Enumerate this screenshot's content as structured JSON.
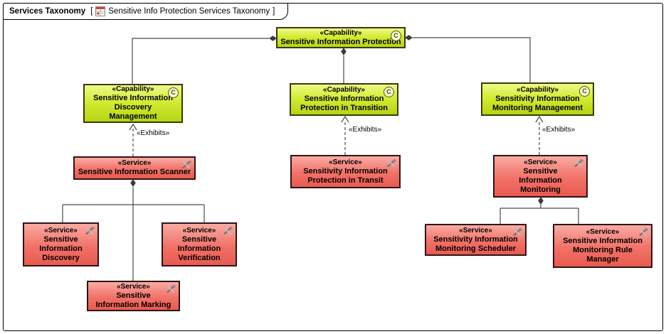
{
  "frame": {
    "title": "Services Taxonomy",
    "bracket_open": "[",
    "reference": "Sensitive Info Protection Services Taxonomy",
    "bracket_close": "]"
  },
  "labels": {
    "exhibits": "«Exhibits»"
  },
  "icons": {
    "capability_badge_letter": "C",
    "capability_badge": "c-circle-icon",
    "service_badge": "crossed-tools-icon",
    "tab_badge": "diagram-table-icon"
  },
  "colors": {
    "capability_fill": "#c9e526",
    "capability_border": "#3a3a08",
    "service_fill": "#f0695f",
    "service_border": "#2e1414",
    "connector": "#4a4a4a"
  },
  "nodes": {
    "protection": {
      "stereotype": "«Capability»",
      "name": "Sensitive Information Protection"
    },
    "discovery_mgmt": {
      "stereotype": "«Capability»",
      "name": "Sensitive Information\nDiscovery\nManagement"
    },
    "transition": {
      "stereotype": "«Capability»",
      "name": "Sensitive Information\nProtection in Transition"
    },
    "monitoring_mgmt": {
      "stereotype": "«Capability»",
      "name": "Sensitivity Information\nMonitoring Management"
    },
    "scanner": {
      "stereotype": "«Service»",
      "name": "Sensitive Information Scanner"
    },
    "transit": {
      "stereotype": "«Service»",
      "name": "Sensitivity Information\nProtection in Transit"
    },
    "monitoring": {
      "stereotype": "«Service»",
      "name": "Sensitive\nInformation\nMonitoring"
    },
    "info_discovery": {
      "stereotype": "«Service»",
      "name": "Sensitive\nInformation\nDiscovery"
    },
    "verification": {
      "stereotype": "«Service»",
      "name": "Sensitive\nInformation\nVerification"
    },
    "marking": {
      "stereotype": "«Service»",
      "name": "Sensitive\nInformation Marking"
    },
    "scheduler": {
      "stereotype": "«Service»",
      "name": "Sensitivity Information\nMonitoring Scheduler"
    },
    "rule_manager": {
      "stereotype": "«Service»",
      "name": "Sensitive Information\nMonitoring Rule\nManager"
    }
  }
}
